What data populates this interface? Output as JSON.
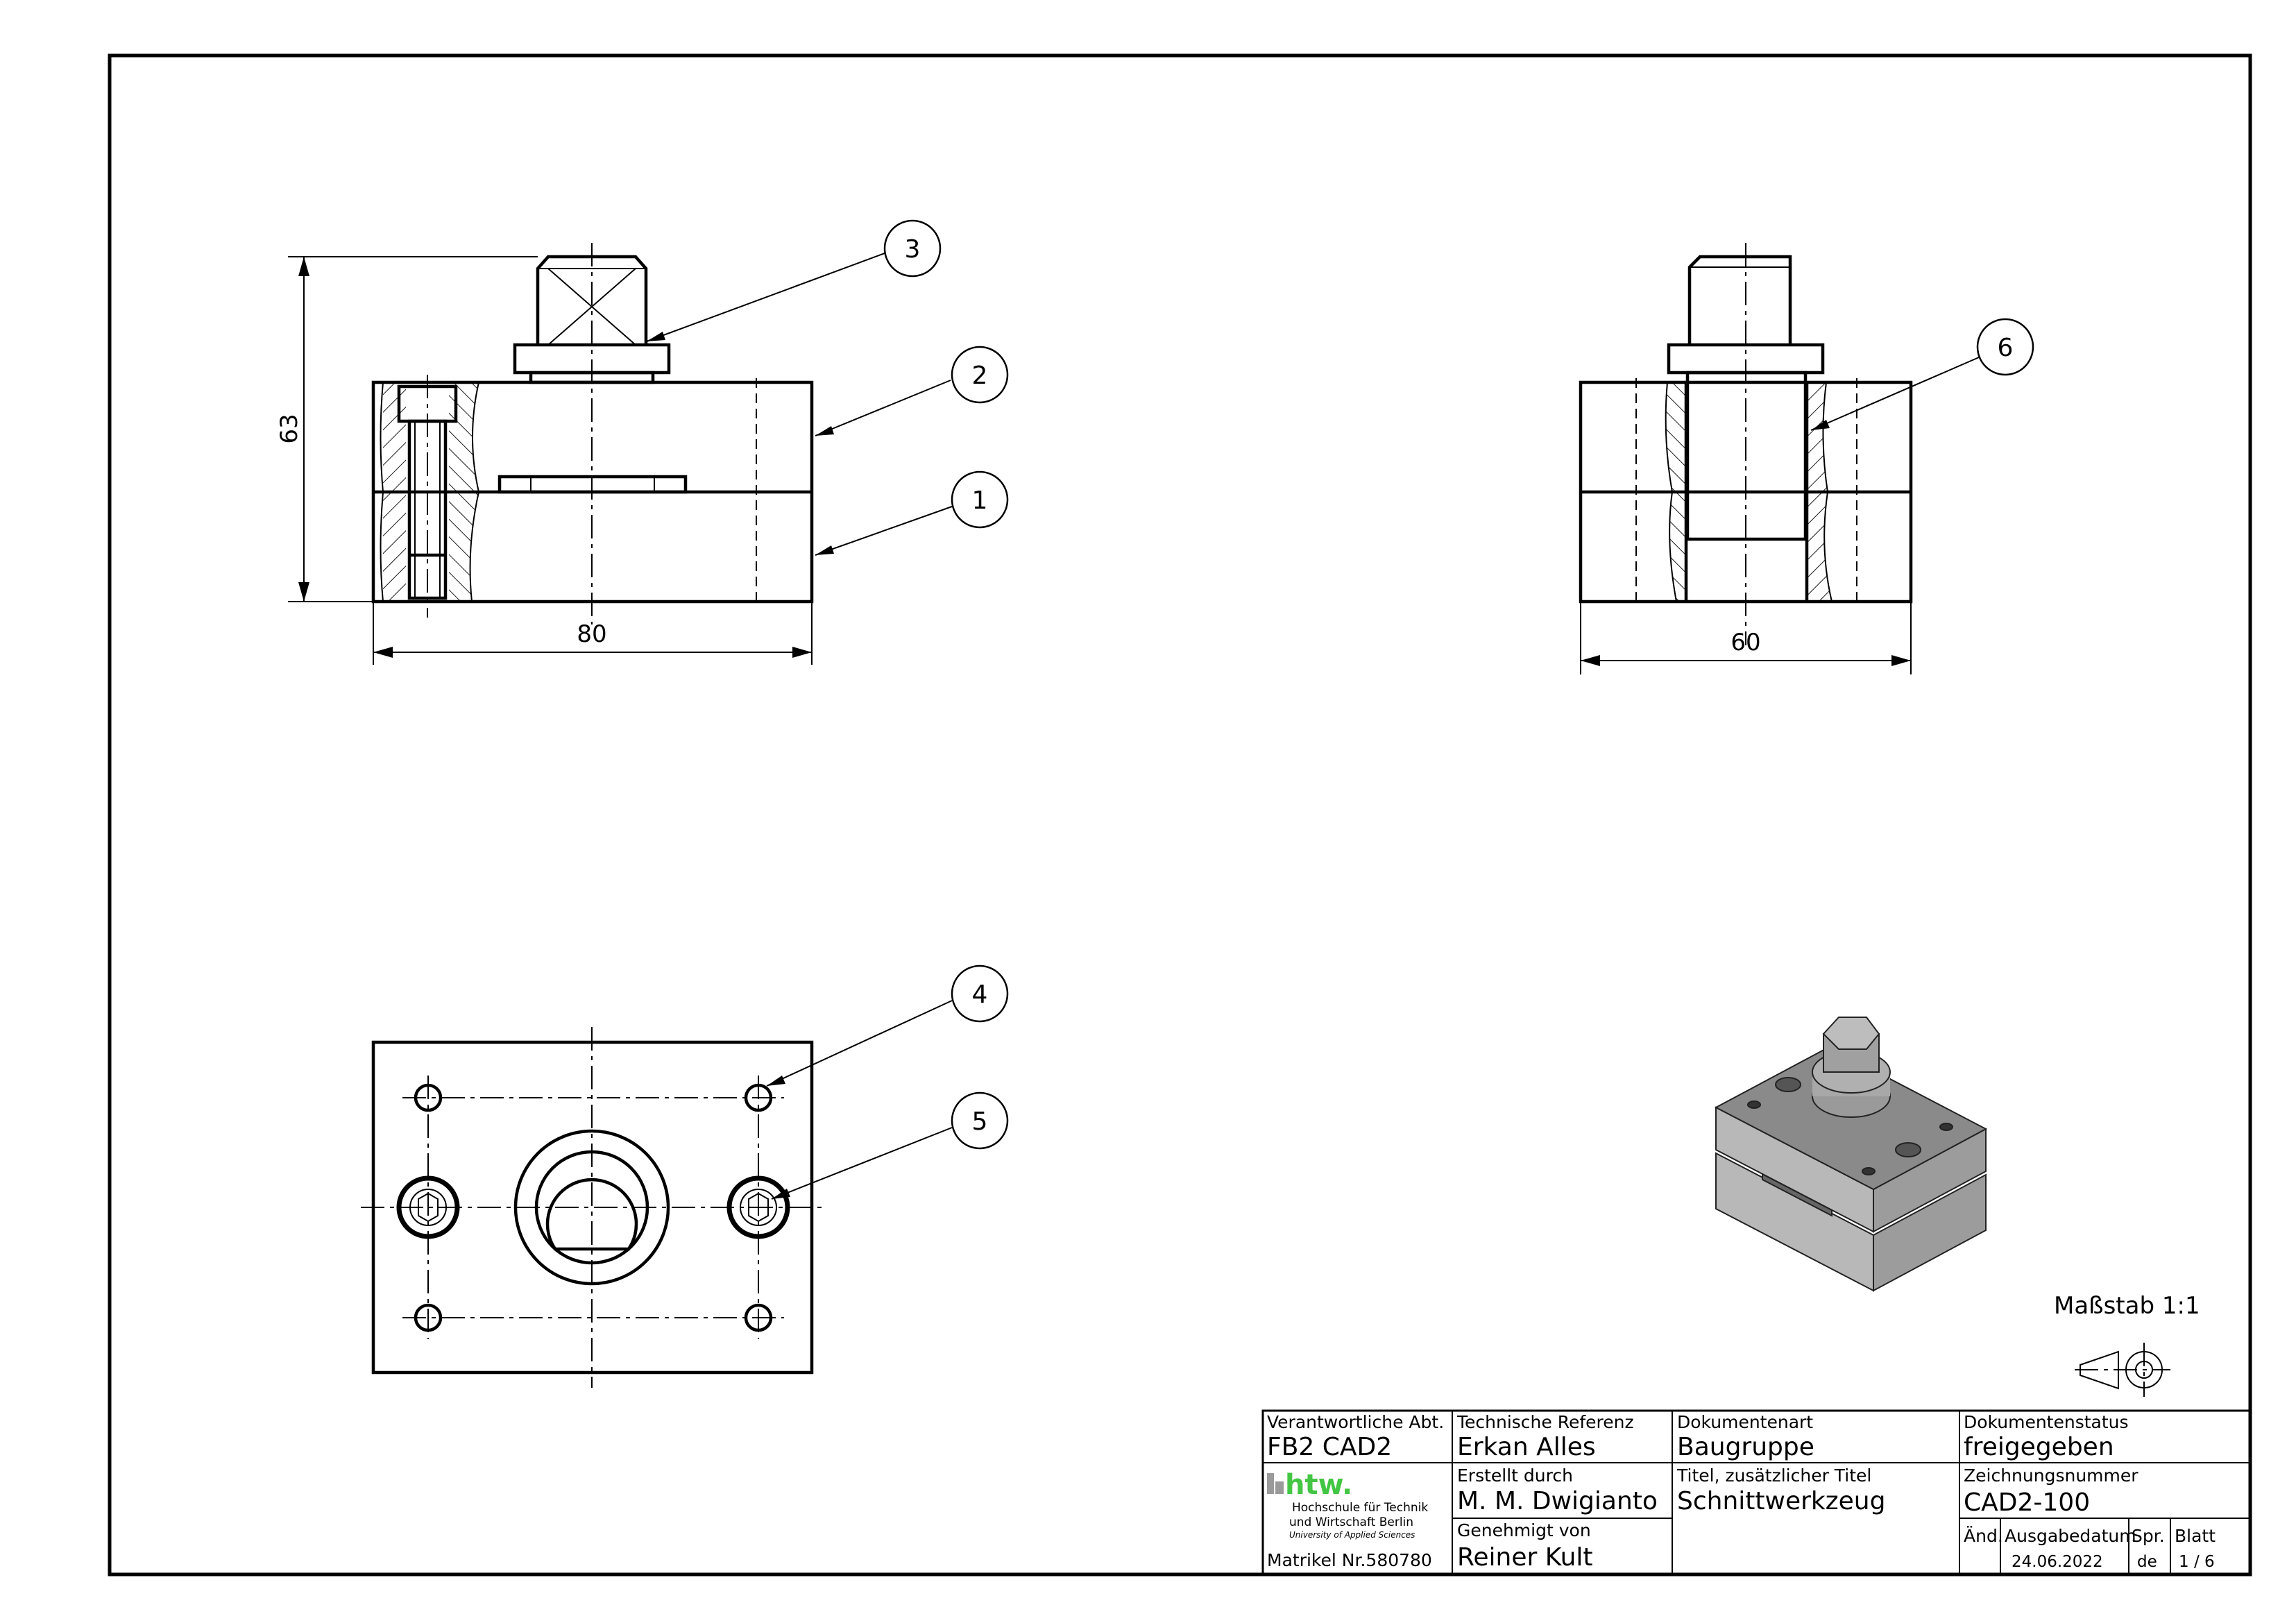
{
  "drawing": {
    "dimensions": {
      "height": "63",
      "width_front": "80",
      "width_side": "60"
    },
    "balloons": [
      "1",
      "2",
      "3",
      "4",
      "5",
      "6"
    ],
    "scale_label": "Maßstab 1:1",
    "projection_icon": "first-angle-projection-symbol"
  },
  "title_block": {
    "responsible_dept_label": "Verantwortliche Abt.",
    "responsible_dept": "FB2 CAD2",
    "tech_ref_label": "Technische Referenz",
    "tech_ref": "Erkan Alles",
    "doc_type_label": "Dokumentenart",
    "doc_type": "Baugruppe",
    "doc_status_label": "Dokumentenstatus",
    "doc_status": "freigegeben",
    "created_by_label": "Erstellt durch",
    "created_by": "M. M. Dwigianto",
    "title_label": "Titel, zusätzlicher Titel",
    "title": "Schnittwerkzeug",
    "drawing_no_label": "Zeichnungsnummer",
    "drawing_no": "CAD2-100",
    "approved_by_label": "Genehmigt von",
    "approved_by": "Reiner Kult",
    "logo_text": "htw.",
    "school_line1": "Hochschule für Technik",
    "school_line2": "und Wirtschaft Berlin",
    "school_line3": "University of Applied Sciences",
    "matrikel": "Matrikel Nr.580780",
    "rev_label": "Änd.",
    "issue_date_label": "Ausgabedatum",
    "issue_date": "24.06.2022",
    "lang_label": "Spr.",
    "lang": "de",
    "sheet_label": "Blatt",
    "sheet": "1 / 6"
  },
  "colors": {
    "logo_green": "#43c643",
    "logo_grey": "#9a9a9a",
    "iso_top": "#8a8a8a",
    "iso_front": "#b8b8b8",
    "iso_side": "#9c9c9c"
  }
}
